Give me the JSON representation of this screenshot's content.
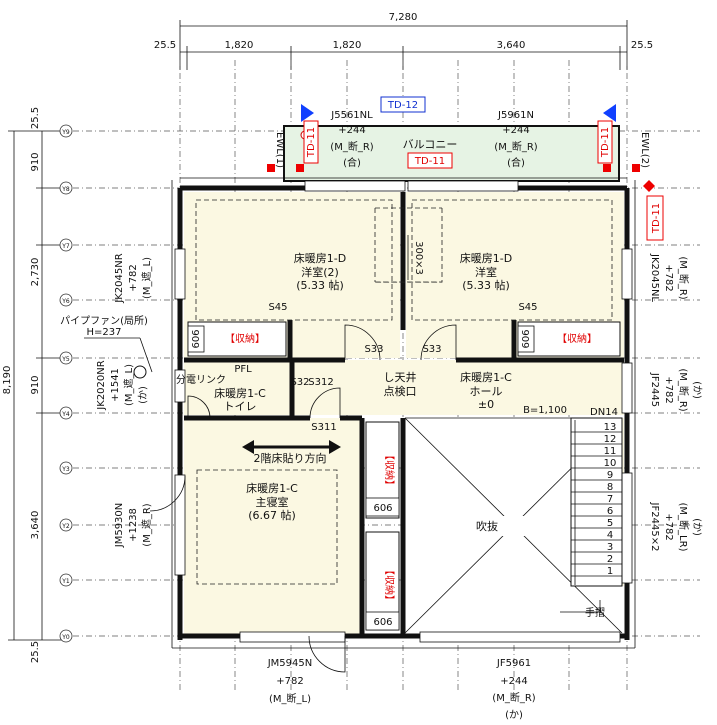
{
  "dimensions": {
    "top_total": "7,280",
    "top_parts": [
      "25.5",
      "1,820",
      "1,820",
      "3,640",
      "25.5"
    ],
    "left_total": "8,190",
    "left_parts": [
      "25.5",
      "910",
      "2,730",
      "910",
      "3,640",
      "25.5"
    ]
  },
  "grid_markers_y": [
    "Y9",
    "Y8",
    "Y7",
    "Y6",
    "Y5",
    "Y4",
    "Y3",
    "Y2",
    "Y1",
    "Y0"
  ],
  "tags": {
    "td12": "TD-12",
    "td11_balcony": "TD-11",
    "td11_left": "TD-11",
    "td11_right": "TD-11",
    "td11_outside": "TD-11"
  },
  "balcony": {
    "label": "バルコニー",
    "win_left": {
      "code": "J5561NL",
      "h": "+244",
      "spec": "(M_断_R)",
      "mat": "(合)"
    },
    "win_right": {
      "code": "J5961N",
      "h": "+244",
      "spec": "(M_断_R)",
      "mat": "(合)"
    },
    "ewl_left": "EWL(1)",
    "ewl_right": "EWL(2)"
  },
  "rooms": {
    "western2": {
      "line1": "床暖房1-D",
      "line2": "洋室(2)",
      "line3": "(5.33 帖)"
    },
    "western1": {
      "line1": "床暖房1-D",
      "line2": "洋室",
      "line3": "(5.33 帖)"
    },
    "hall": {
      "line1": "床暖房1-C",
      "line2": "ホール",
      "line3": "±0"
    },
    "ceiling": {
      "line1": "し天井",
      "line2": "点検口"
    },
    "toilet": {
      "line1": "床暖房1-C",
      "line2": "トイレ"
    },
    "master": {
      "line1": "床暖房1-C",
      "line2": "主寝室",
      "line3": "(6.67 帖)"
    },
    "void": "吹抜",
    "handrail": "手摺"
  },
  "storage": {
    "left": "【収納】",
    "right": "【収納】",
    "v1": "【収納】",
    "v2": "【収納】",
    "code606": "606"
  },
  "misc": {
    "x300": "300×3",
    "s45a": "S45",
    "s45b": "S45",
    "s33a": "S33",
    "s33b": "S33",
    "s32": "S32",
    "s311": "S311",
    "s312": "S312",
    "b1100": "B=1,100",
    "dn": "DN14",
    "floor_dir": "2階床貼り方向",
    "pipe_fan": "パイプファン(局所)",
    "pipe_h": "H=237",
    "pantry": "分電リンク",
    "pfl": "PFL"
  },
  "stairs": [
    "13",
    "12",
    "11",
    "10",
    "9",
    "8",
    "7",
    "6",
    "5",
    "4",
    "3",
    "2",
    "1"
  ],
  "windows": {
    "jk2045nr": {
      "code": "JK2045NR",
      "h": "+782",
      "spec": "(M_遮_L)"
    },
    "jk2045nl": {
      "code": "JK2045NL",
      "h": "+782",
      "spec": "(M_断_R)"
    },
    "jk2020nr": {
      "code": "JK2020NR",
      "h": "+1541",
      "spec": "(M_遮_L)",
      "mat": "(か)"
    },
    "jf2445": {
      "code": "JF2445",
      "h": "+782",
      "spec": "(M_断_R)",
      "mat": "(か)"
    },
    "jm5930n": {
      "code": "JM5930N",
      "h": "+1238",
      "spec": "(M_遮_R)"
    },
    "jf2445x2": {
      "code": "JF2445×2",
      "h": "+782",
      "spec": "(M_断_LR)",
      "mat": "(か)"
    },
    "jm5945n": {
      "code": "JM5945N",
      "h": "+782",
      "spec": "(M_断_L)"
    },
    "jf5961": {
      "code": "JF5961",
      "h": "+244",
      "spec": "(M_断_R)",
      "mat": "(か)"
    }
  }
}
